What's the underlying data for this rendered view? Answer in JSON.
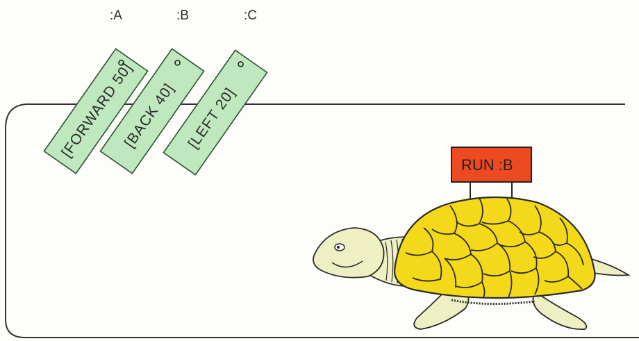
{
  "tags": [
    {
      "variable": ":A",
      "command": "[FORWARD 50]",
      "color": "#bfe8bf"
    },
    {
      "variable": ":B",
      "command": "[BACK 40]",
      "color": "#bfe8bf"
    },
    {
      "variable": ":C",
      "command": "[LEFT 20]",
      "color": "#bfe8bf"
    }
  ],
  "sign": {
    "text": "RUN :B",
    "color": "#ee4a22"
  },
  "turtle": {
    "shell_color": "#f4d91a",
    "skin_color": "#eef0c4"
  }
}
